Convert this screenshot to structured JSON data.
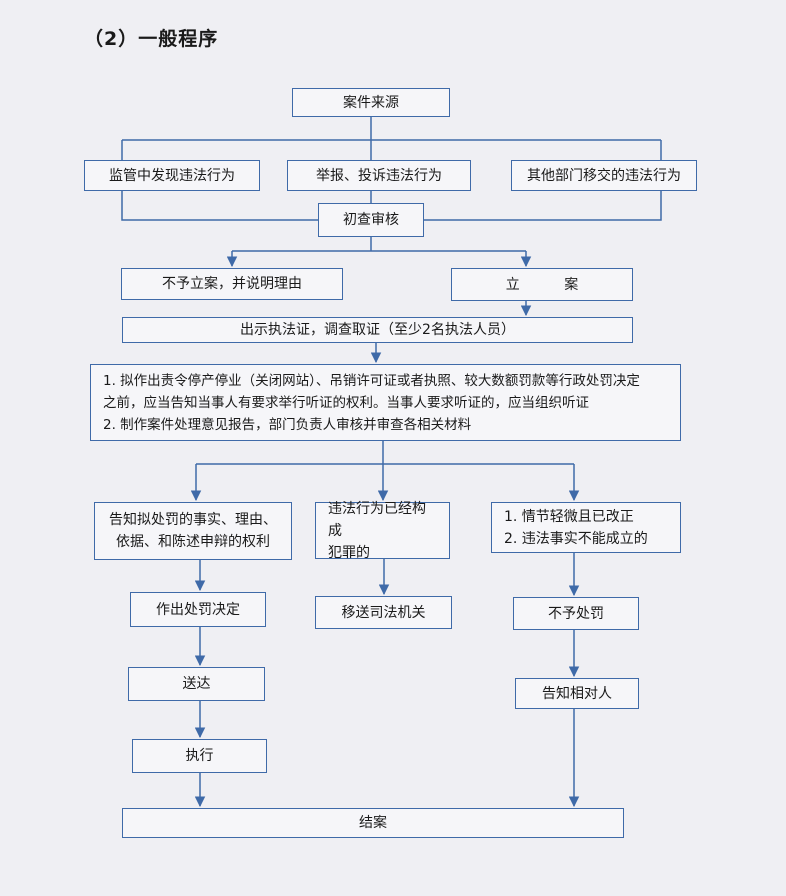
{
  "heading": "（2）一般程序",
  "nodes": {
    "source": "案件来源",
    "found_in_supervision": "监管中发现违法行为",
    "report_complaint": "举报、投诉违法行为",
    "transfer_other_dept": "其他部门移交的违法行为",
    "initial_review": "初查审核",
    "no_filing": "不予立案，并说明理由",
    "filing": "立 案",
    "show_certificate": "出示执法证，调查取证（至少2名执法人员）",
    "hearing_lines": [
      "1. 拟作出责令停产停业（关闭网站）、吊销许可证或者执照、较大数额罚款等行政处罚决定",
      "之前，应当告知当事人有要求举行听证的权利。当事人要求听证的，应当组织听证",
      "2. 制作案件处理意见报告，部门负责人审核并审查各相关材料"
    ],
    "notify_facts_lines": [
      "告知拟处罚的事实、理由、",
      "依据、和陈述申辩的权利"
    ],
    "crime_lines": [
      "违法行为已经构成",
      "犯罪的"
    ],
    "minor_lines": [
      "1. 情节轻微且已改正",
      "2. 违法事实不能成立的"
    ],
    "make_decision": "作出处罚决定",
    "transfer_judicial": "移送司法机关",
    "no_penalty": "不予处罚",
    "deliver": "送达",
    "notify_party": "告知相对人",
    "execute": "执行",
    "close_case": "结案"
  }
}
